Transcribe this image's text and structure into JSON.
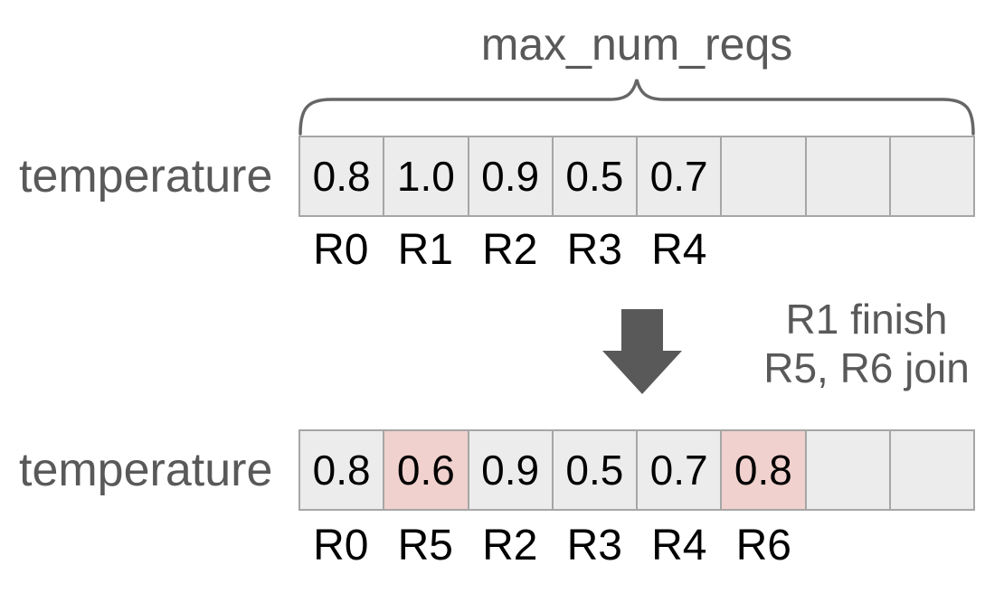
{
  "title": "max_num_reqs",
  "rows": {
    "before": {
      "label": "temperature",
      "cells": [
        {
          "value": "0.8"
        },
        {
          "value": "1.0"
        },
        {
          "value": "0.9"
        },
        {
          "value": "0.5"
        },
        {
          "value": "0.7"
        },
        {
          "value": ""
        },
        {
          "value": ""
        },
        {
          "value": ""
        }
      ],
      "request_labels": [
        "R0",
        "R1",
        "R2",
        "R3",
        "R4"
      ]
    },
    "after": {
      "label": "temperature",
      "cells": [
        {
          "value": "0.8"
        },
        {
          "value": "0.6",
          "highlight": true
        },
        {
          "value": "0.9"
        },
        {
          "value": "0.5"
        },
        {
          "value": "0.7"
        },
        {
          "value": "0.8",
          "highlight": true
        },
        {
          "value": ""
        },
        {
          "value": ""
        }
      ],
      "request_labels": [
        "R0",
        "R5",
        "R2",
        "R3",
        "R4",
        "R6"
      ]
    }
  },
  "transition": {
    "arrow_icon": "down-arrow-icon",
    "lines": [
      "R1 finish",
      "R5, R6 join"
    ]
  },
  "colors": {
    "cell_bg": "#ececec",
    "cell_highlight_bg": "#f0d1cd",
    "cell_border": "#a6a6a6",
    "gray_text": "#595959",
    "black_text": "#000000",
    "brace_stroke": "#666666",
    "arrow_fill": "#595959",
    "background": "#ffffff"
  }
}
